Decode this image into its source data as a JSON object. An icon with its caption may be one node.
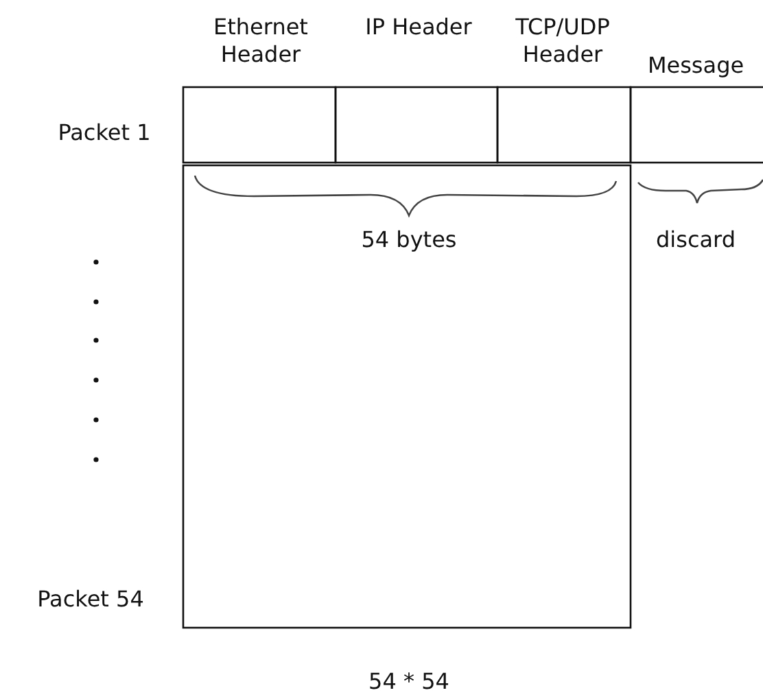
{
  "diagram": {
    "labels": [
      "Ethernet Header",
      "IP Header",
      "TCP/UDP Header",
      "Message",
      "Packet 1",
      "54 bytes",
      "discard",
      "Packet 54",
      "54 * 54"
    ]
  }
}
